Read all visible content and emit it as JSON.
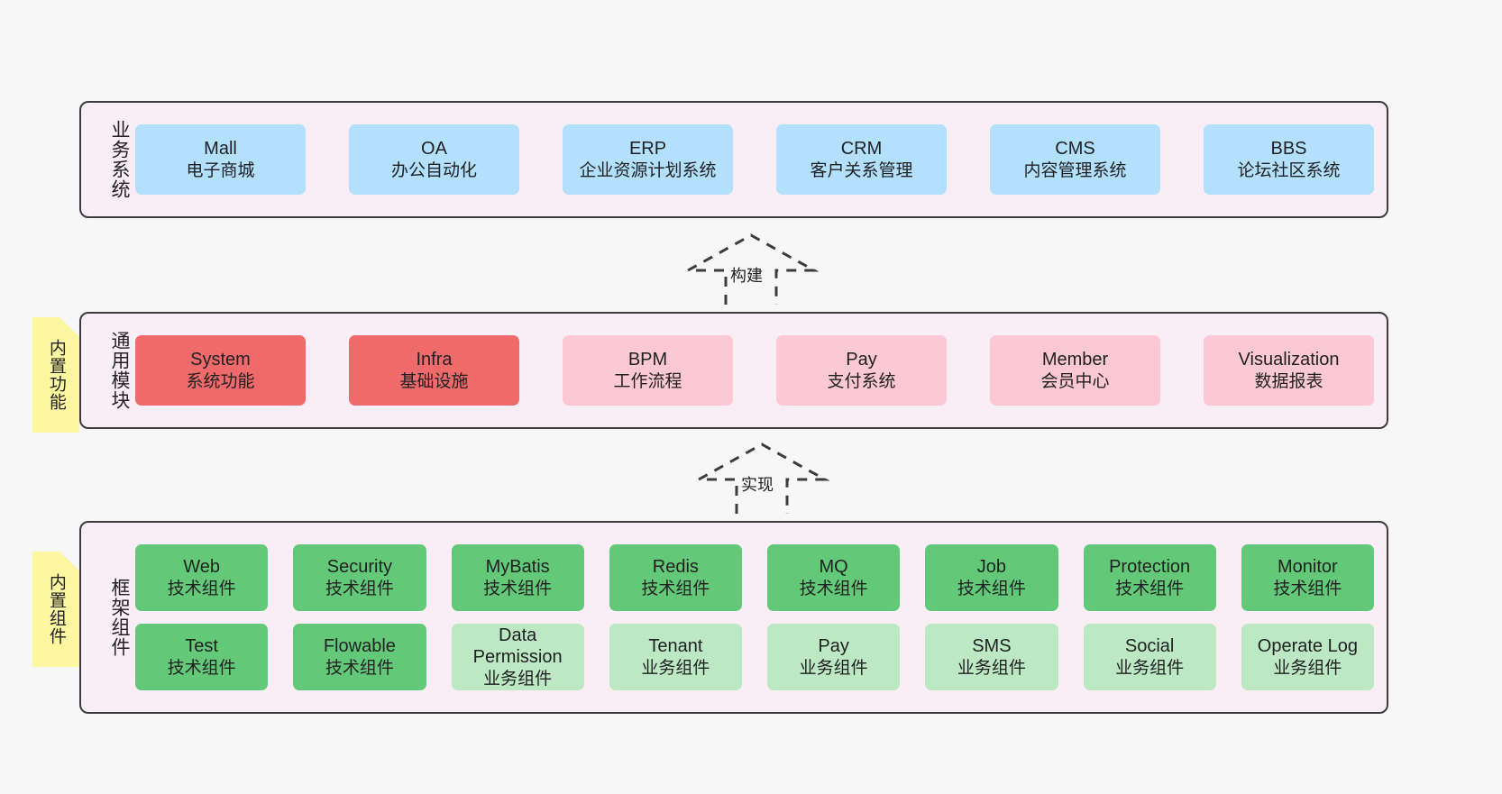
{
  "layers": [
    {
      "id": "business-systems",
      "title": "业务系统",
      "rows": [
        [
          {
            "name": "Mall",
            "desc": "电子商城",
            "style": "blue"
          },
          {
            "name": "OA",
            "desc": "办公自动化",
            "style": "blue"
          },
          {
            "name": "ERP",
            "desc": "企业资源计划系统",
            "style": "blue"
          },
          {
            "name": "CRM",
            "desc": "客户关系管理",
            "style": "blue"
          },
          {
            "name": "CMS",
            "desc": "内容管理系统",
            "style": "blue"
          },
          {
            "name": "BBS",
            "desc": "论坛社区系统",
            "style": "blue"
          }
        ]
      ]
    },
    {
      "id": "common-modules",
      "title": "通用模块",
      "rows": [
        [
          {
            "name": "System",
            "desc": "系统功能",
            "style": "red"
          },
          {
            "name": "Infra",
            "desc": "基础设施",
            "style": "red"
          },
          {
            "name": "BPM",
            "desc": "工作流程",
            "style": "pink"
          },
          {
            "name": "Pay",
            "desc": "支付系统",
            "style": "pink"
          },
          {
            "name": "Member",
            "desc": "会员中心",
            "style": "pink"
          },
          {
            "name": "Visualization",
            "desc": "数据报表",
            "style": "pink"
          }
        ]
      ]
    },
    {
      "id": "framework-components",
      "title": "框架组件",
      "rows": [
        [
          {
            "name": "Web",
            "desc": "技术组件",
            "style": "green"
          },
          {
            "name": "Security",
            "desc": "技术组件",
            "style": "green"
          },
          {
            "name": "MyBatis",
            "desc": "技术组件",
            "style": "green"
          },
          {
            "name": "Redis",
            "desc": "技术组件",
            "style": "green"
          },
          {
            "name": "MQ",
            "desc": "技术组件",
            "style": "green"
          },
          {
            "name": "Job",
            "desc": "技术组件",
            "style": "green"
          },
          {
            "name": "Protection",
            "desc": "技术组件",
            "style": "green"
          },
          {
            "name": "Monitor",
            "desc": "技术组件",
            "style": "green"
          }
        ],
        [
          {
            "name": "Test",
            "desc": "技术组件",
            "style": "green"
          },
          {
            "name": "Flowable",
            "desc": "技术组件",
            "style": "green"
          },
          {
            "name": "Data Permission",
            "desc": "业务组件",
            "style": "lgreen"
          },
          {
            "name": "Tenant",
            "desc": "业务组件",
            "style": "lgreen"
          },
          {
            "name": "Pay",
            "desc": "业务组件",
            "style": "lgreen"
          },
          {
            "name": "SMS",
            "desc": "业务组件",
            "style": "lgreen"
          },
          {
            "name": "Social",
            "desc": "业务组件",
            "style": "lgreen"
          },
          {
            "name": "Operate Log",
            "desc": "业务组件",
            "style": "lgreen"
          }
        ]
      ]
    }
  ],
  "sticky_notes": [
    {
      "id": "builtin-features",
      "label": "内置功能"
    },
    {
      "id": "builtin-components",
      "label": "内置组件"
    }
  ],
  "connectors": [
    {
      "id": "build",
      "label": "构建"
    },
    {
      "id": "implement",
      "label": "实现"
    }
  ],
  "colors": {
    "canvas_background": "#f7f7f7",
    "layer_background": "#faeef6",
    "layer_border": "#3d3d3d",
    "business_card": "#b3e0fc",
    "module_card_strong": "#ef6b6b",
    "module_card_soft": "#fcc8d4",
    "component_card_tech": "#63c978",
    "component_card_business": "#bde8c4",
    "sticky_note": "#fcf7a0",
    "sticky_fold": "#c9c9c9",
    "connector_stroke": "#3d3d3d"
  }
}
